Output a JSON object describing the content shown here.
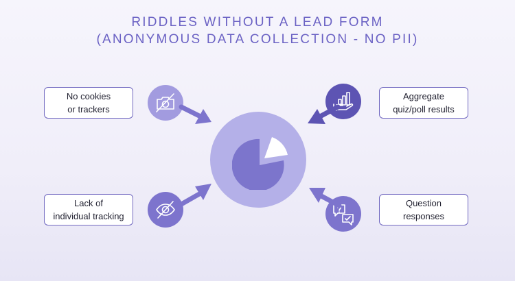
{
  "title": {
    "line1": "RIDDLES WITHOUT A LEAD FORM",
    "line2": "(ANONYMOUS DATA COLLECTION - NO PII)"
  },
  "items": [
    {
      "label": "No cookies\nor trackers",
      "icon": "no-camera-icon"
    },
    {
      "label": "Aggregate\nquiz/poll results",
      "icon": "hand-bar-chart-icon"
    },
    {
      "label": "Lack of\nindividual tracking",
      "icon": "eye-slash-icon"
    },
    {
      "label": "Question\nresponses",
      "icon": "chat-question-icon"
    }
  ],
  "center": {
    "icon": "pie-chart-icon"
  },
  "colors": {
    "title": "#6b62c4",
    "box_border": "#6f66bf",
    "center_outer": "#b4b0e8",
    "center_pie": "#7c75cc",
    "icon_light": "#a29bdf",
    "icon_mid": "#7d74cd",
    "icon_dark": "#5d54b3"
  }
}
